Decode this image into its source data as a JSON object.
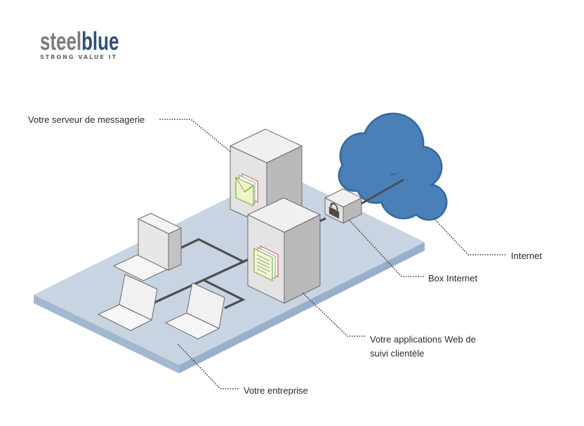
{
  "logo": {
    "word_part1": "steel",
    "word_part2": "blue",
    "tagline": "STRONG VALUE IT"
  },
  "labels": {
    "mail_server": "Votre serveur de messagerie",
    "internet": "Internet",
    "box_internet": "Box Internet",
    "web_apps_line1": "Votre applications Web de",
    "web_apps_line2": "suivi clientèle",
    "company": "Votre entreprise"
  },
  "colors": {
    "logo_steel": "#7c7c7c",
    "logo_blue": "#2e5078",
    "cloud": "#4a80b8",
    "cloud_outline": "#35679c",
    "platform_top": "#c8d4e2"
  },
  "icons": {
    "cloud": "cloud-icon",
    "mail_server": "server-icon",
    "web_server": "server-icon",
    "internet_box": "router-icon",
    "lock": "lock-icon",
    "mail": "envelope-icon",
    "documents": "document-icon",
    "desktop": "monitor-icon",
    "keyboard": "keyboard-icon",
    "laptop": "laptop-icon"
  }
}
